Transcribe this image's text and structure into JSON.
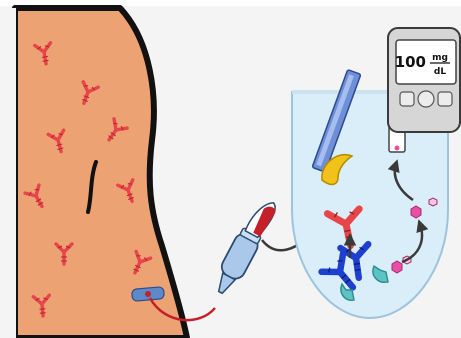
{
  "meter": {
    "value": "100",
    "unit_top": "mg",
    "unit_bottom": "dL"
  },
  "colors": {
    "background": "#f4f4f4",
    "skin": "#eda274",
    "antibody_red": "#e8454b",
    "antibody_blue": "#1f3fcf",
    "enzyme_teal": "#5ec3c3",
    "yellow_binder": "#f2c21a",
    "pink_molecule": "#e94fa2",
    "tube_fill": "#d9eef8",
    "meter_gray": "#d6d6d6",
    "dropper_blue": "#aac9ea",
    "dropper_red": "#c5202a",
    "arrow_gray": "#3a3a3a"
  },
  "icons": {
    "antibody": "y-shaped-antibody-icon",
    "glucose_meter": "glucometer-icon",
    "dropper": "dropper-icon"
  }
}
